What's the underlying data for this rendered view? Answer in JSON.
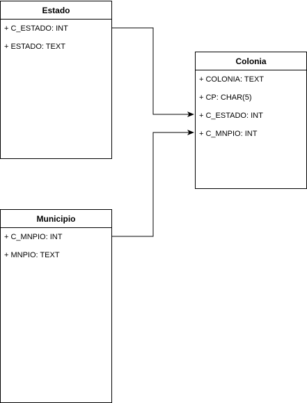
{
  "diagram": {
    "entities": [
      {
        "id": "estado",
        "name": "Estado",
        "fields": [
          "+ C_ESTADO: INT",
          "+ ESTADO: TEXT"
        ]
      },
      {
        "id": "colonia",
        "name": "Colonia",
        "fields": [
          "+ COLONIA: TEXT",
          "+ CP: CHAR(5)",
          "+ C_ESTADO: INT",
          "+ C_MNPIO: INT"
        ]
      },
      {
        "id": "municipio",
        "name": "Municipio",
        "fields": [
          "+ C_MNPIO: INT",
          "+ MNPIO: TEXT"
        ]
      }
    ],
    "relationships": [
      {
        "from": "Estado.C_ESTADO",
        "to": "Colonia.C_ESTADO"
      },
      {
        "from": "Municipio.C_MNPIO",
        "to": "Colonia.C_MNPIO"
      }
    ],
    "colors": {
      "line": "#000000",
      "background": "#ffffff",
      "text": "#000000"
    }
  }
}
